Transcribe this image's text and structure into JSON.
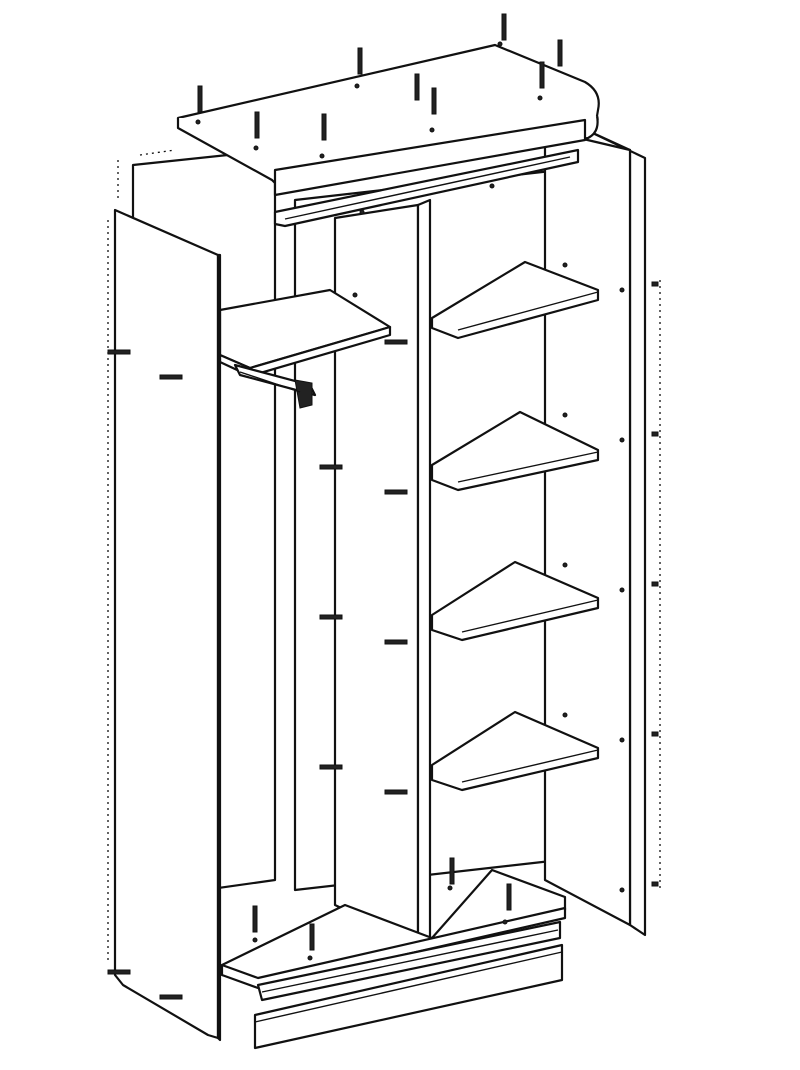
{
  "diagram": {
    "type": "exploded-assembly",
    "subject": "wardrobe",
    "sections": {
      "left": "hanging",
      "right": "shelves"
    },
    "shelf_count_right": 4,
    "shelf_count_left": 1,
    "has_hanging_rail": true,
    "door_panels": 2,
    "line_color": "#111111",
    "background_color": "#ffffff"
  }
}
